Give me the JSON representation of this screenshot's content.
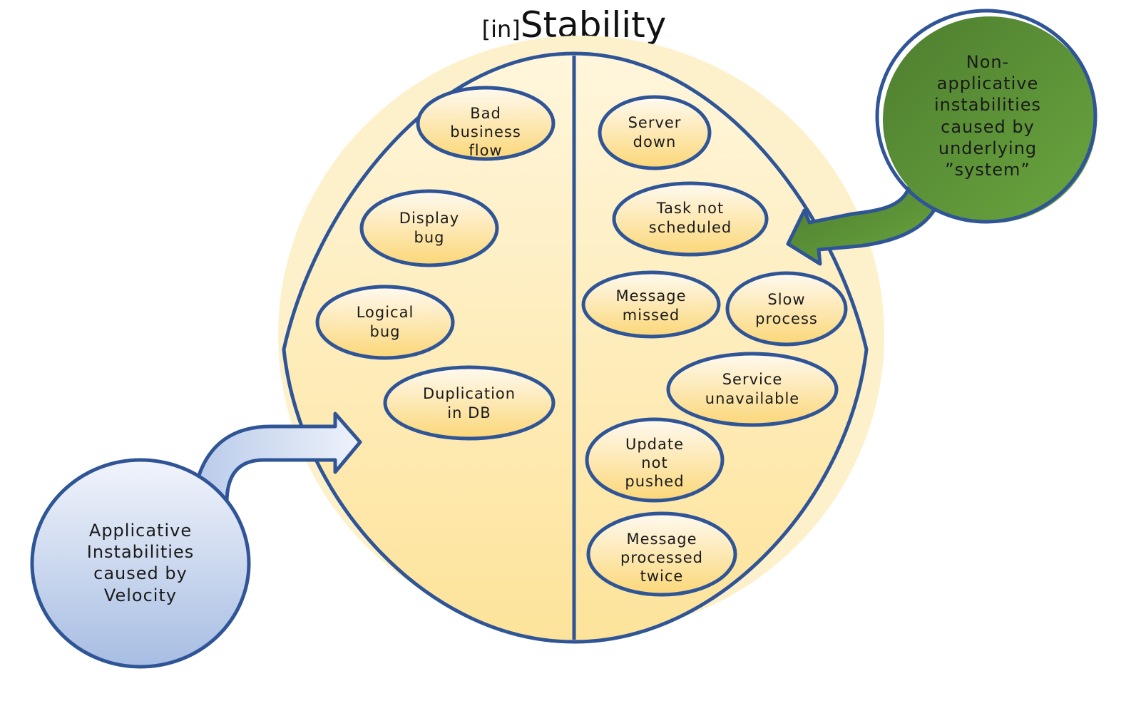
{
  "title": {
    "prefix": "[in]",
    "main": "Stability"
  },
  "colors": {
    "outline": "#2f5597",
    "brain_fill": "#fde9b0",
    "blue_circle": "#b4c7e7",
    "green_circle": "#548235"
  },
  "left_side": [
    {
      "lines": [
        "Bad",
        "business",
        "flow"
      ]
    },
    {
      "lines": [
        "Display",
        "bug"
      ]
    },
    {
      "lines": [
        "Logical",
        "bug"
      ]
    },
    {
      "lines": [
        "Duplication",
        "in DB"
      ]
    }
  ],
  "right_side": [
    {
      "lines": [
        "Server",
        "down"
      ]
    },
    {
      "lines": [
        "Task not",
        "scheduled"
      ]
    },
    {
      "lines": [
        "Message",
        "missed"
      ]
    },
    {
      "lines": [
        "Slow",
        "process"
      ]
    },
    {
      "lines": [
        "Service",
        "unavailable"
      ]
    },
    {
      "lines": [
        "Update",
        "not",
        "pushed"
      ]
    },
    {
      "lines": [
        "Message",
        "processed",
        "twice"
      ]
    }
  ],
  "applicative": {
    "lines": [
      "Applicative",
      "Instabilities",
      "caused by",
      "Velocity"
    ]
  },
  "non_applicative": {
    "lines": [
      "Non-",
      "applicative",
      "instabilities",
      "caused by",
      "underlying",
      "”system”"
    ]
  }
}
